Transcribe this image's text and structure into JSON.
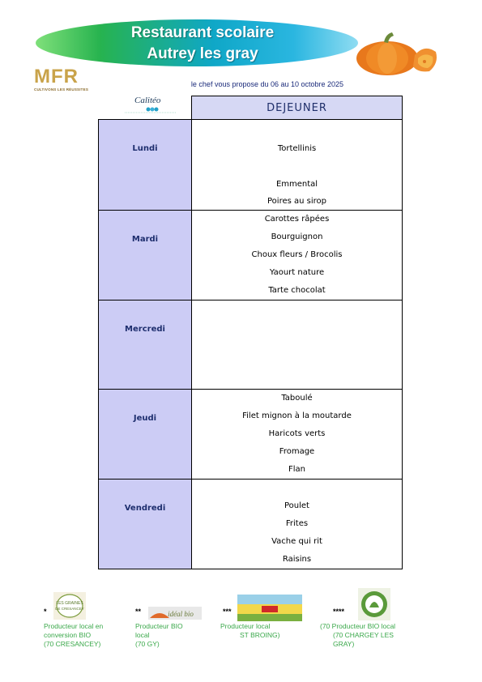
{
  "header": {
    "title_line1": "Restaurant scolaire",
    "title_line2": "Autrey les gray",
    "subtitle": "le chef vous propose du 06 au 10 octobre 2025"
  },
  "logos": {
    "mfr_text": "MFR",
    "mfr_tagline": "CULTIVONS LES RÉUSSITES",
    "caliteo_text": "Calitéo"
  },
  "menu": {
    "column_header": "DEJEUNER",
    "days": [
      {
        "name": "Lundi",
        "items": [
          "",
          "Tortellinis",
          "",
          "",
          "Emmental",
          "Poires au sirop"
        ]
      },
      {
        "name": "Mardi",
        "items": [
          "Carottes râpées",
          "Bourguignon",
          "Choux fleurs / Brocolis",
          "Yaourt nature",
          "Tarte chocolat"
        ]
      },
      {
        "name": "Mercredi",
        "items": [
          "",
          "",
          "",
          "",
          ""
        ]
      },
      {
        "name": "Jeudi",
        "items": [
          "Taboulé",
          "Filet mignon à la moutarde",
          "Haricots verts",
          "Fromage",
          "Flan"
        ]
      },
      {
        "name": "Vendredi",
        "items": [
          "",
          "Poulet",
          "Frites",
          "Vache qui rit",
          "Raisins"
        ]
      }
    ]
  },
  "footer": [
    {
      "stars": "*",
      "text": [
        "Producteur local en",
        "conversion BIO",
        "(70 CRESANCEY)"
      ]
    },
    {
      "stars": "**",
      "text": [
        "Producteur BIO",
        "local",
        "(70 GY)"
      ]
    },
    {
      "stars": "***",
      "text": [
        "Producteur local",
        "ST BROING)"
      ]
    },
    {
      "stars": "****",
      "text": [
        "(70 Producteur BIO local",
        "(70 CHARGEY LES",
        "GRAY)"
      ]
    }
  ],
  "colors": {
    "day_bg": "#ccccf5",
    "header_bg": "#d6d8f4",
    "day_text": "#1e2e6e",
    "footer_green": "#3aa84a"
  }
}
